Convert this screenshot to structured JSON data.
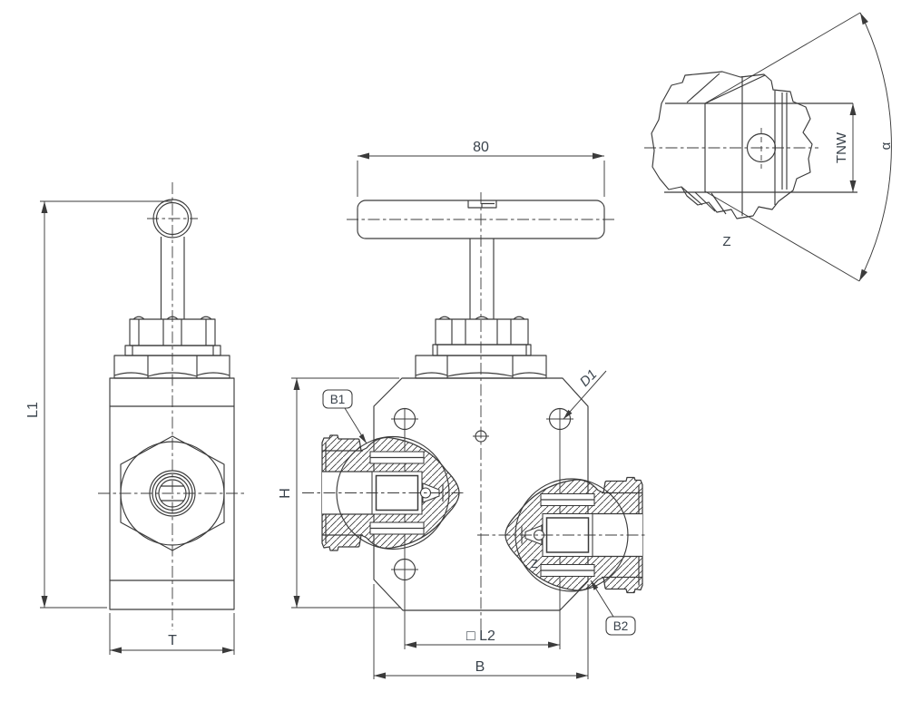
{
  "page": {
    "background": "#ffffff"
  },
  "drawing": {
    "stroke_color": "#3b3b3b",
    "text_color": "#39424b",
    "views": {
      "side": {
        "dims": {
          "l1": "L1",
          "t": "T"
        }
      },
      "front": {
        "dims": {
          "handle": "80",
          "h": "H",
          "l2": "□ L2",
          "b": "B"
        },
        "labels": {
          "b1": "B1",
          "b2": "B2",
          "d1": "D1",
          "z": "Z"
        }
      },
      "top": {
        "dims": {
          "tnw": "TNW",
          "alpha": "α"
        },
        "labels": {
          "z": "Z"
        }
      }
    }
  }
}
